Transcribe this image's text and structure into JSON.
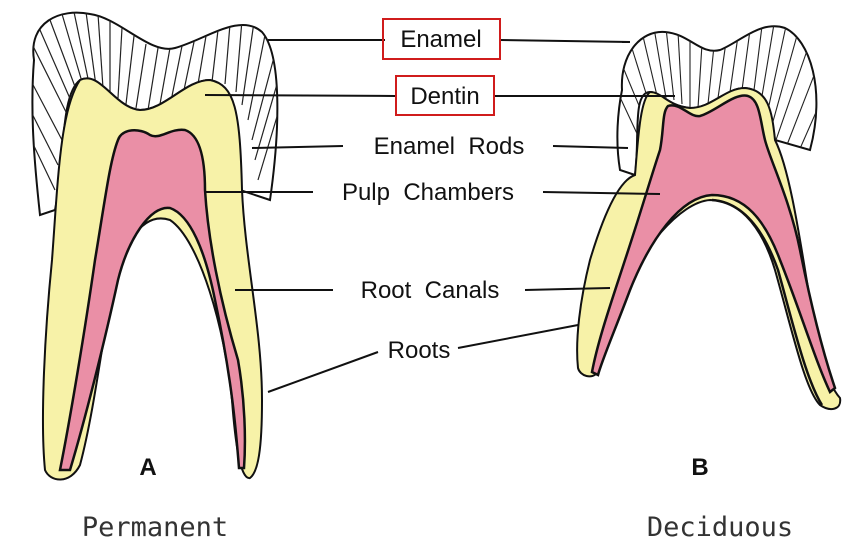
{
  "labels": {
    "enamel": "Enamel",
    "dentin": "Dentin",
    "enamel_rods": "Enamel  Rods",
    "pulp_chambers": "Pulp  Chambers",
    "root_canals": "Root  Canals",
    "roots": "Roots"
  },
  "figure_letters": {
    "a": "A",
    "b": "B"
  },
  "captions": {
    "left": "Permanent",
    "right": "Deciduous"
  },
  "colors": {
    "dentin": "#f7f2a8",
    "pulp": "#ea8fa6",
    "outline": "#111111",
    "highlight_box": "#d01c1c",
    "background": "#ffffff"
  }
}
